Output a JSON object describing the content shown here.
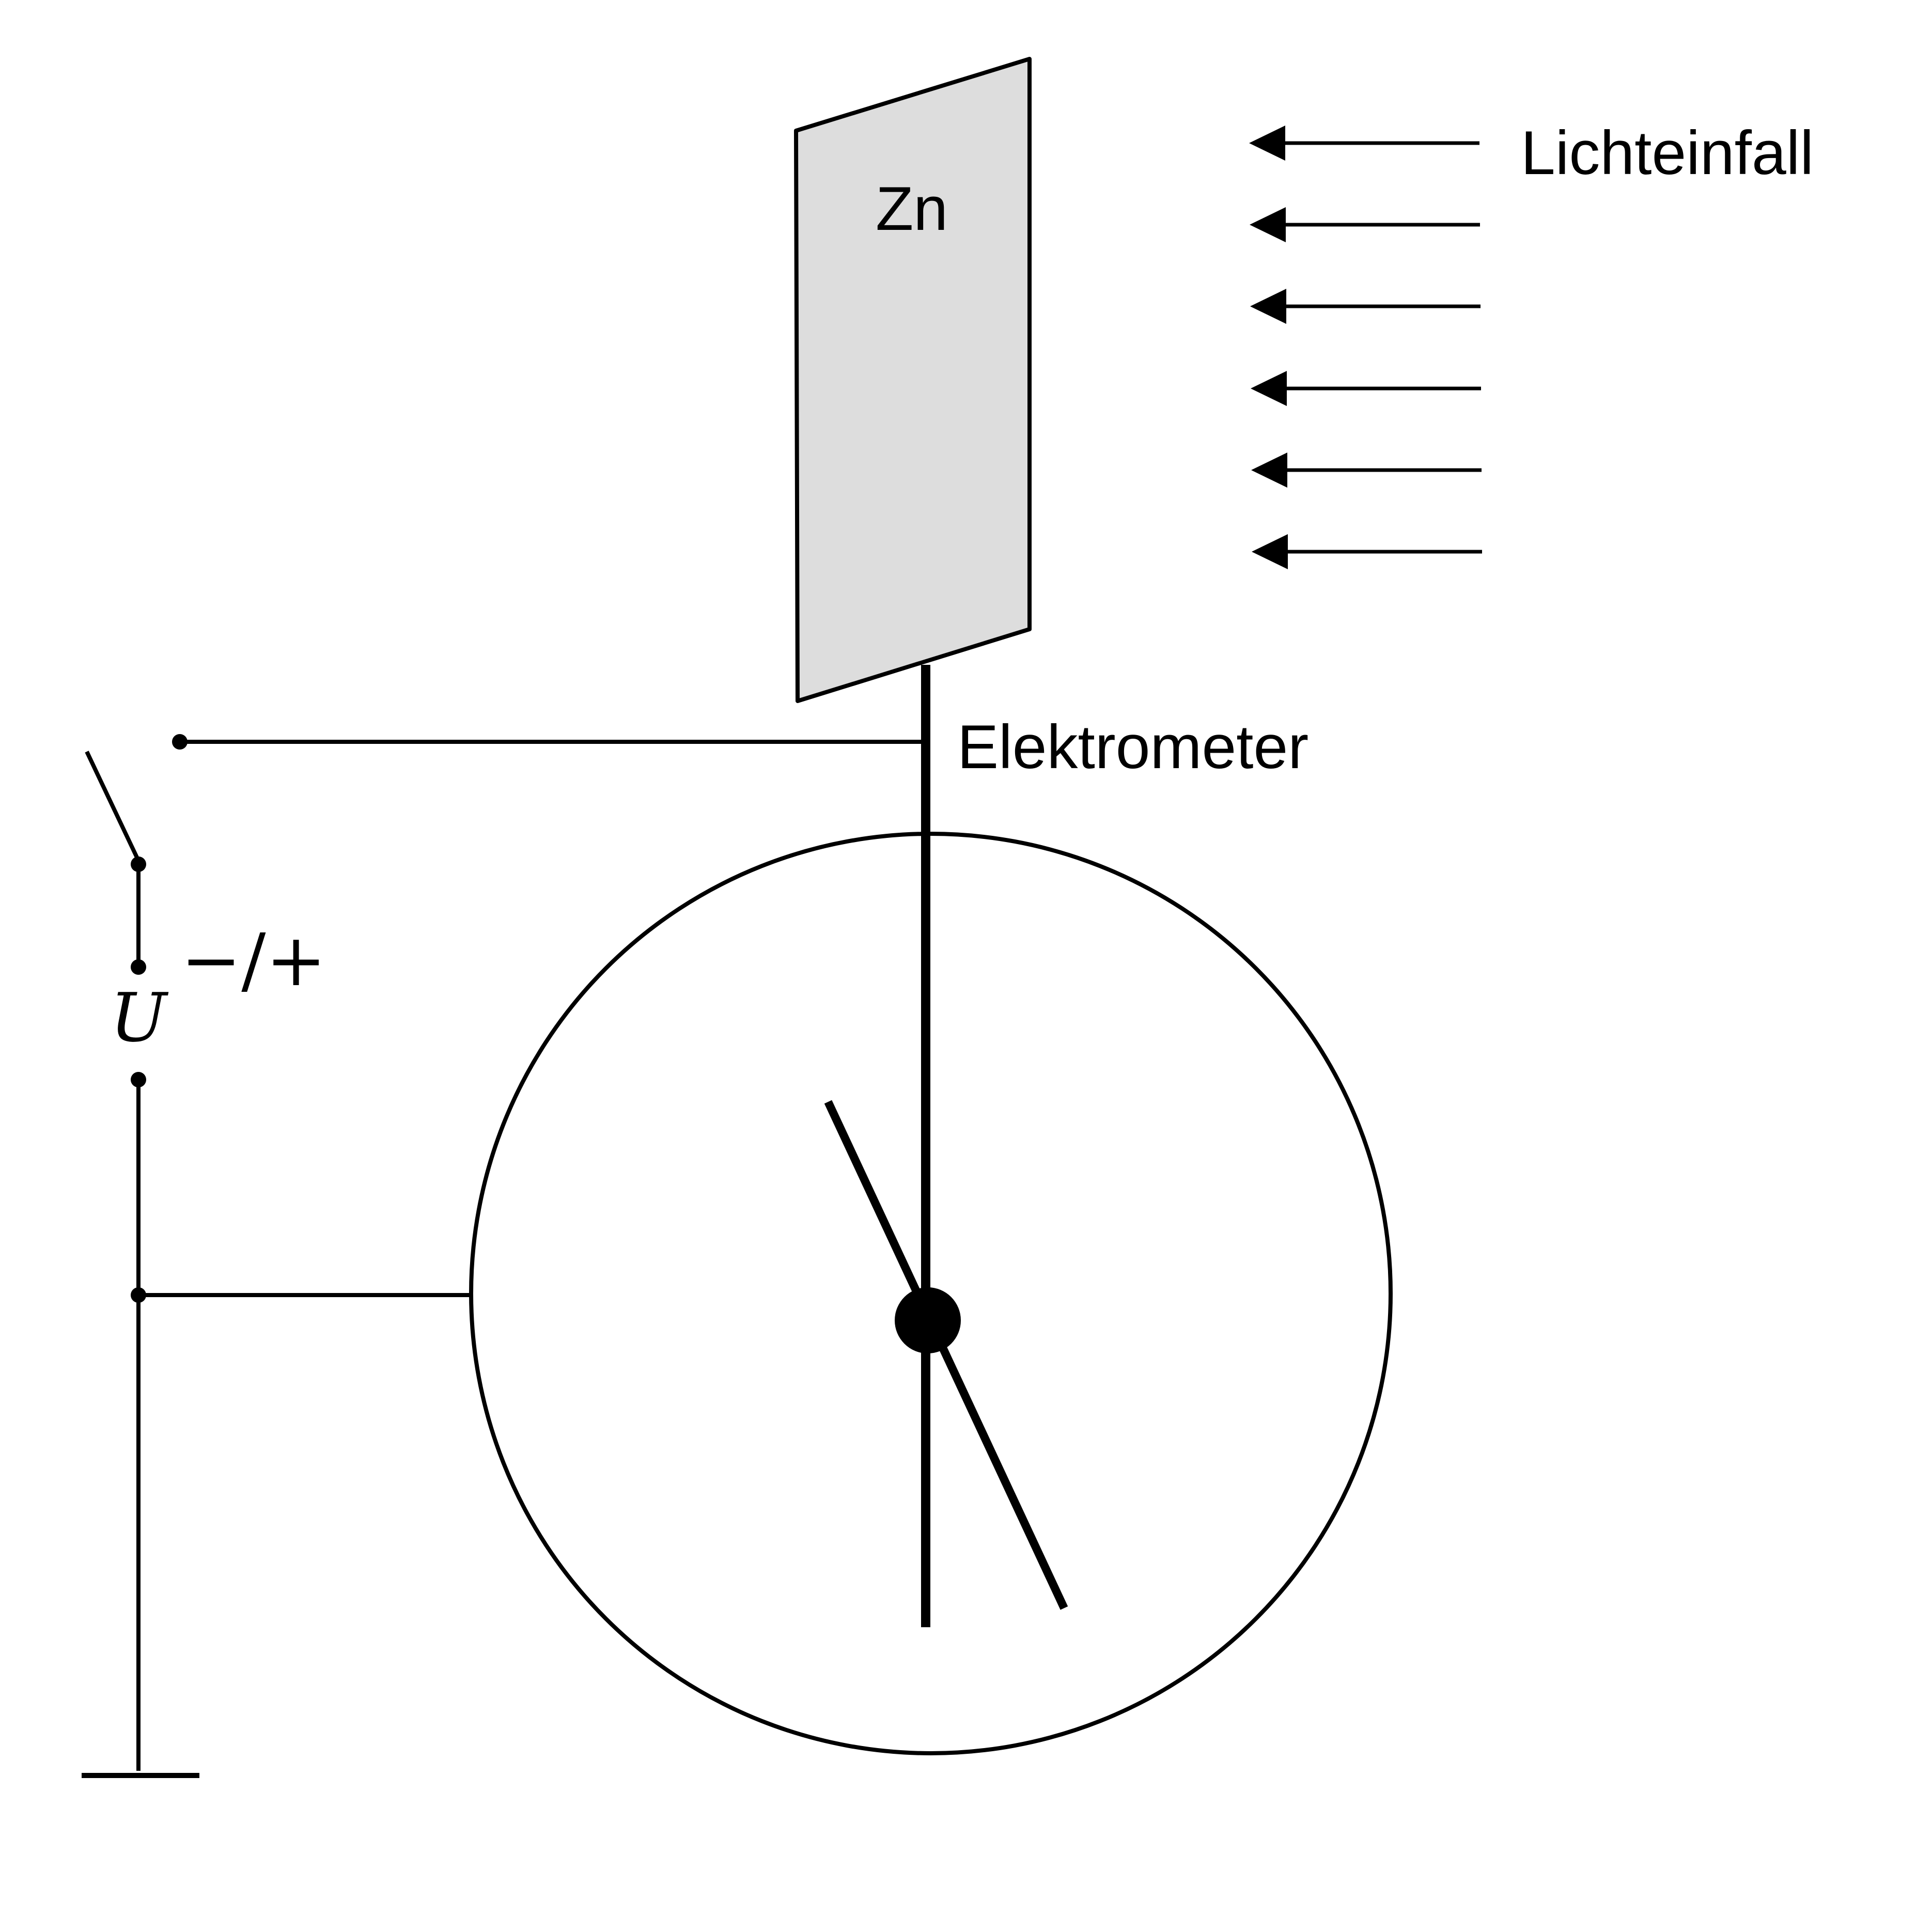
{
  "labels": {
    "plate": "Zn",
    "light": "Lichteinfall",
    "electrometer": "Elektrometer",
    "voltage_symbol": "U",
    "polarity": "−/+"
  },
  "colors": {
    "line": "#000000",
    "plate_fill": "#dddddd",
    "background": "#ffffff"
  }
}
